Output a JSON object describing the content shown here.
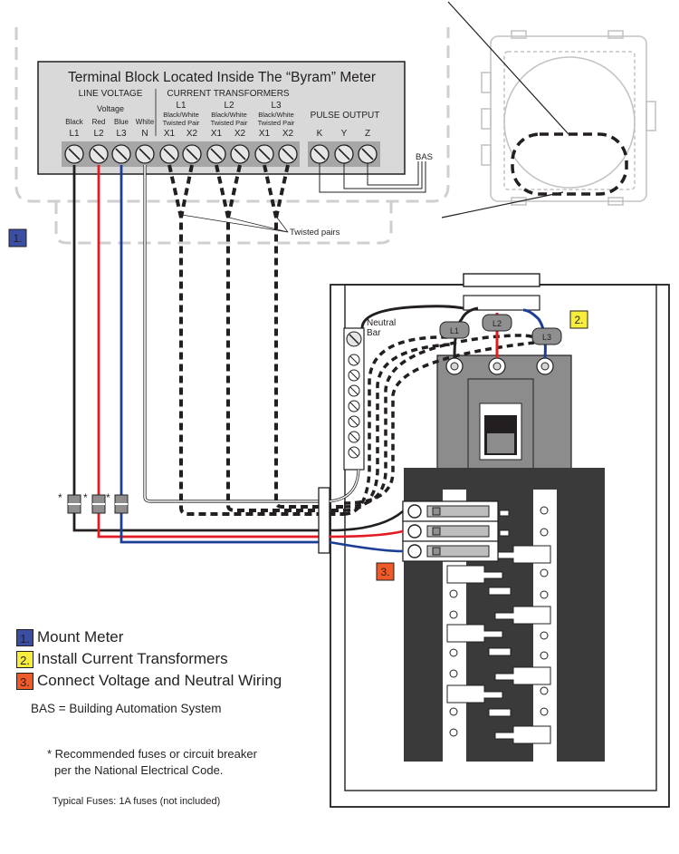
{
  "terminal_block": {
    "title": "Terminal Block Located Inside The “Byram” Meter",
    "line_voltage": "LINE VOLTAGE",
    "voltage": "Voltage",
    "current_transformers": "CURRENT TRANSFORMERS",
    "pulse_output": "PULSE OUTPUT",
    "wire_colors": [
      "Black",
      "Red",
      "Blue",
      "White"
    ],
    "voltage_terminals": [
      "L1",
      "L2",
      "L3",
      "N"
    ],
    "ct_groups": [
      {
        "label": "L1",
        "pair": "Black/White Twisted Pair",
        "terminals": [
          "X1",
          "X2"
        ]
      },
      {
        "label": "L2",
        "pair": "Black/White Twisted Pair",
        "terminals": [
          "X1",
          "X2"
        ]
      },
      {
        "label": "L3",
        "pair": "Black/White Twisted Pair",
        "terminals": [
          "X1",
          "X2"
        ]
      }
    ],
    "pulse_terminals": [
      "K",
      "Y",
      "Z"
    ]
  },
  "labels": {
    "bas": "BAS",
    "twisted_pairs": "Twisted pairs",
    "neutral_bar": "Neutral Bar",
    "ct_labels": [
      "L1",
      "L2",
      "L3"
    ],
    "fuse_marks": [
      "*",
      "*",
      "*"
    ]
  },
  "steps": [
    {
      "num": "1.",
      "text": "Mount Meter",
      "color": "#3a4fa3"
    },
    {
      "num": "2.",
      "text": "Install Current Transformers",
      "color": "#f7ee3c"
    },
    {
      "num": "3.",
      "text": "Connect Voltage and Neutral Wiring",
      "color": "#f05a28"
    }
  ],
  "notes": {
    "bas_def": "BAS = Building Automation System",
    "fuse_note_1": "* Recommended fuses or circuit breaker",
    "fuse_note_2": "per the National Electrical Code.",
    "typical_fuses": "Typical Fuses: 1A fuses (not included)"
  },
  "colors": {
    "black": "#231f20",
    "red": "#e31b23",
    "blue": "#1c3f95",
    "gray_panel": "#8f8f8f",
    "dark_panel": "#3a3a3a"
  }
}
